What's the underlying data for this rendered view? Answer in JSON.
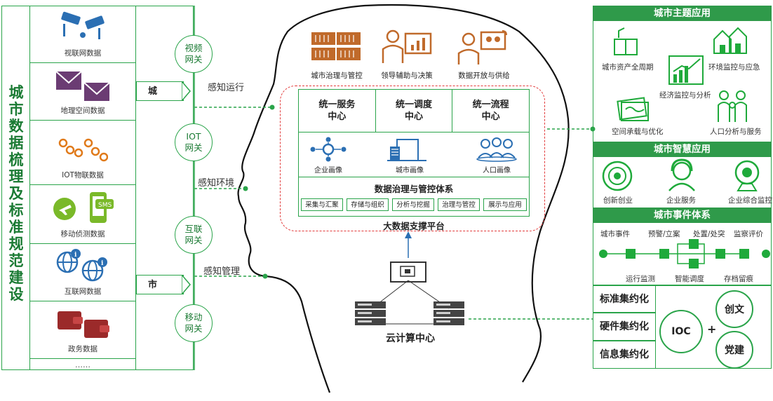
{
  "left_panel": {
    "title": "城市数据梳理及标准规范建设",
    "sources": [
      {
        "label": "视联网数据",
        "icon": "cctv-camera-icon"
      },
      {
        "label": "地理空间数据",
        "icon": "envelope-icon"
      },
      {
        "label": "IOT物联数据",
        "icon": "iot-chain-icon"
      },
      {
        "label": "移动侦测数据",
        "icon": "airplane-phone-icon"
      },
      {
        "label": "互联网数据",
        "icon": "globe-info-icon"
      },
      {
        "label": "政务数据",
        "icon": "wallet-icon"
      }
    ],
    "more": "……",
    "tags": {
      "city": "城",
      "municipal": "市"
    }
  },
  "gateways": [
    {
      "label": "视频\n网关"
    },
    {
      "label": "IOT\n网关"
    },
    {
      "label": "互联\n网关"
    },
    {
      "label": "移动\n网关"
    }
  ],
  "sensing": {
    "run": "感知运行",
    "env": "感知环境",
    "mgmt": "感知管理"
  },
  "top_icons": [
    {
      "label": "城市治理与管控",
      "icon": "server-rack-icon"
    },
    {
      "label": "领导辅助与决策",
      "icon": "presenter-icon"
    },
    {
      "label": "数据开放与供给",
      "icon": "data-sharing-icon"
    }
  ],
  "platform": {
    "centers": [
      "统一服务\n中心",
      "统一调度\n中心",
      "统一流程\n中心"
    ],
    "portraits": [
      {
        "label": "企业画像",
        "icon": "network-nodes-icon"
      },
      {
        "label": "城市画像",
        "icon": "city-building-icon"
      },
      {
        "label": "人口画像",
        "icon": "people-group-icon"
      }
    ],
    "governance_title": "数据治理与管控体系",
    "governance_items": [
      "采集与汇聚",
      "存储与组织",
      "分析与挖掘",
      "治理与管控",
      "展示与应用"
    ],
    "footer": "大数据支撑平台"
  },
  "cloud": {
    "label": "云计算中心"
  },
  "right_panel": {
    "theme": {
      "title": "城市主题应用",
      "items": [
        "城市资产全周期",
        "环境监控与应急",
        "经济监控与分析",
        "空间承载与优化",
        "人口分析与服务"
      ]
    },
    "smart": {
      "title": "城市智慧应用",
      "items": [
        "创新创业",
        "企业服务",
        "企业综合监控"
      ]
    },
    "event": {
      "title": "城市事件体系",
      "top_labels": [
        "城市事件",
        "预警/立案",
        "处置/处突",
        "监察评价"
      ],
      "bottom_labels": [
        "运行监测",
        "智能调度",
        "存档留痕"
      ]
    },
    "intensive": [
      "标准集约化",
      "硬件集约化",
      "信息集约化"
    ],
    "ioc": {
      "center": "IOC",
      "plus": "+",
      "top": "创文",
      "bottom": "党建"
    }
  },
  "colors": {
    "green": "#2aa44a",
    "dark_green": "#1a7a33",
    "red_dashed": "#e23b3b",
    "header_green": "#2f9a4a",
    "orange": "#c06a2b",
    "blue": "#2b6fb3"
  }
}
